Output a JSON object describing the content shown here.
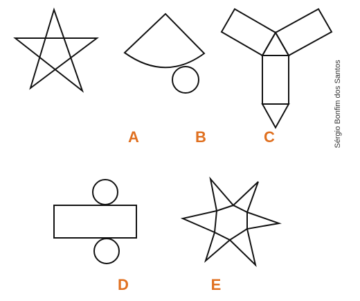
{
  "labels": {
    "a": "A",
    "b": "B",
    "c": "C",
    "d": "D",
    "e": "E"
  },
  "credit": "Sérgio Bonfim dos Santos",
  "colors": {
    "label": "#e07020",
    "stroke": "#111111",
    "background": "#ffffff"
  }
}
